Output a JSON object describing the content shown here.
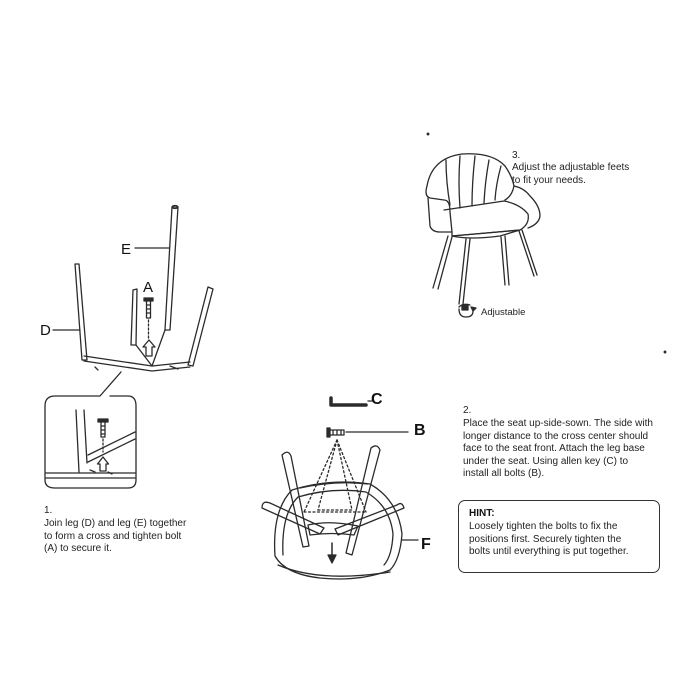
{
  "part_labels": {
    "a": "A",
    "b": "B",
    "c": "C",
    "d": "D",
    "e": "E",
    "f": "F"
  },
  "steps": [
    {
      "number": "1.",
      "text": "Join leg (D) and leg (E) together\nto form a cross and tighten bolt\n(A) to secure it."
    },
    {
      "number": "2.",
      "text": "Place the seat up-side-sown. The side with\nlonger distance to the cross center should\nface to the seat front. Attach the leg base\nunder the seat. Using allen key (C) to\ninstall all bolts (B)."
    },
    {
      "number": "3.",
      "text": "Adjust the adjustable feets\nto fit your needs."
    }
  ],
  "adjustable_label": "Adjustable",
  "hint": {
    "title": "HINT:",
    "text": "Loosely tighten the bolts to fix the\npositions first. Securely tighten the\nbolts until everything is put together."
  },
  "colors": {
    "line": "#2b2b2b",
    "background": "#ffffff"
  },
  "icons": [
    "rotate-arrow-icon",
    "up-arrow-icon",
    "down-arrow-icon",
    "allen-key-icon",
    "bolt-icon"
  ]
}
